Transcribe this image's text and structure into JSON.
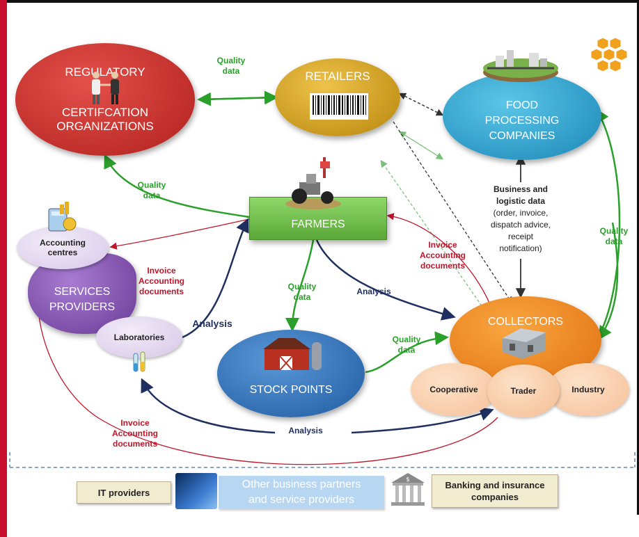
{
  "nodes": {
    "regulatory": {
      "line1": "REGULATORY",
      "line2": "CERTIFCATION",
      "line3": "ORGANIZATIONS"
    },
    "retailers": {
      "label": "RETAILERS"
    },
    "food_processing": {
      "line1": "FOOD",
      "line2": "PROCESSING",
      "line3": "COMPANIES"
    },
    "farmers": {
      "label": "FARMERS"
    },
    "accounting_centres": {
      "line1": "Accounting",
      "line2": "centres"
    },
    "services_providers": {
      "line1": "SERVICES",
      "line2": "PROVIDERS"
    },
    "laboratories": {
      "label": "Laboratories"
    },
    "stock_points": {
      "label": "STOCK POINTS"
    },
    "collectors": {
      "label": "COLLECTORS"
    },
    "cooperative": {
      "label": "Cooperative"
    },
    "trader": {
      "label": "Trader"
    },
    "industry": {
      "label": "Industry"
    }
  },
  "edge_labels": {
    "quality_data_top": {
      "line1": "Quality",
      "line2": "data"
    },
    "quality_data_left": {
      "line1": "Quality",
      "line2": "data"
    },
    "quality_data_right": {
      "line1": "Quality",
      "line2": "data"
    },
    "quality_data_center": {
      "line1": "Quality",
      "line2": "data"
    },
    "quality_data_collectors": {
      "line1": "Quality",
      "line2": "data"
    },
    "business_logistic": {
      "line1": "Business and",
      "line2": "logistic data",
      "line3": "(order, invoice,",
      "line4": "dispatch advice,",
      "line5": "receipt",
      "line6": "notification)"
    },
    "invoice_left": {
      "line1": "Invoice",
      "line2": "Accounting",
      "line3": "documents"
    },
    "invoice_center": {
      "line1": "Invoice",
      "line2": "Accounting",
      "line3": "documents"
    },
    "invoice_bottom": {
      "line1": "Invoice",
      "line2": "Accounting",
      "line3": "documents"
    },
    "analysis_left": {
      "label": "Analysis"
    },
    "analysis_center": {
      "label": "Analysis"
    },
    "analysis_bottom": {
      "label": "Analysis"
    }
  },
  "footer": {
    "it_providers": "IT providers",
    "other_partners_line1": "Other business partners",
    "other_partners_line2": "and service providers",
    "banking_line1": "Banking and insurance",
    "banking_line2": "companies"
  },
  "icons": [
    "handshake-icon",
    "barcode-icon",
    "tractor-icon",
    "city-icon",
    "hexagon-cluster-icon",
    "calculator-icon",
    "test-tubes-icon",
    "barn-icon",
    "warehouse-icon",
    "bank-icon",
    "keyboard-icon"
  ],
  "colors": {
    "regulatory": "#d0302e",
    "retailers": "#d4a21a",
    "food_processing": "#2ea8d4",
    "farmers": "#6fc04a",
    "services": "#8e5ab8",
    "stock_points": "#2e6cb8",
    "collectors": "#f5891e",
    "sub_collectors": "#f8cfa8",
    "quality": "#2aa02a",
    "invoice": "#c0152a",
    "analysis": "#1f2f5f"
  }
}
